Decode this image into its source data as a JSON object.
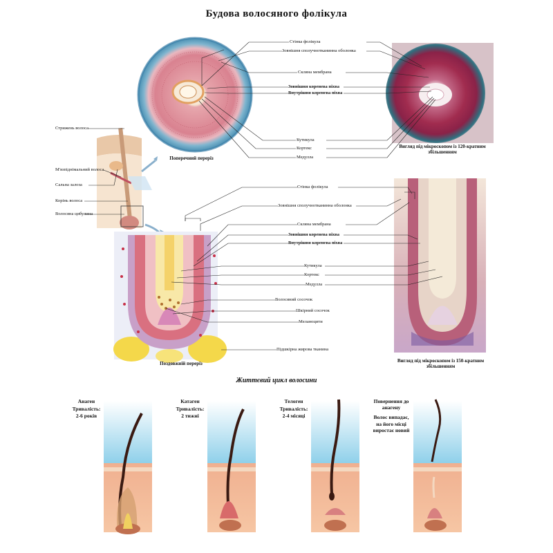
{
  "title": "Будова  волосяного фолікула",
  "cross_section": {
    "caption": "Поперечний переріз",
    "labels": [
      "Стінка фолікула",
      "Зовнішня сполучнотканинна оболонка",
      "Скляна мембрана",
      "Зовнішня коренева піхва",
      "Внутрішня коренева піхва",
      "Кутикула",
      "Кортекс",
      "Медулла"
    ],
    "micro_caption": "Вигляд під мікроскопом із 120-кратним збільшенням"
  },
  "skin_labels": [
    "Стрижень волоса",
    "М'язпіднімальний волоса",
    "Сальна залоза",
    "Корінь волоса",
    "Волосяна цибулина"
  ],
  "longitudinal": {
    "caption": "Поздовжній переріз",
    "labels": [
      "Стінка фолікула",
      "Зовнішня сполучнотканинна оболонка",
      "Скляна мембрана",
      "Зовнішня коренева піхва",
      "Внутрішня коренева піхва",
      "Кутикула",
      "Кортекс",
      "Медулла",
      "Волосяний сосочок",
      "Шкірний сосочок",
      "Меланоцити",
      "Підшкірна жирова тканина"
    ],
    "micro_caption": "Вигляд під мікроскопом із 150-кратним збільшенням"
  },
  "cycle": {
    "title": "Життєвий цикл волосини",
    "stages": [
      {
        "name": "Анаген",
        "duration_label": "Тривалість:",
        "duration": "2-6 років"
      },
      {
        "name": "Катаген",
        "duration_label": "Тривалість:",
        "duration": "2 тижні"
      },
      {
        "name": "Телоген",
        "duration_label": "Тривалість:",
        "duration": "2-4 місяці"
      },
      {
        "name": "Повернення до анагену",
        "duration_label": "Волос випадає,",
        "duration": "на його місці виростає новий"
      }
    ]
  },
  "colors": {
    "skin_pink": "#e8a0a4",
    "tissue_red": "#c8404f",
    "stain_teal": "#3c7a8e",
    "fat_yellow": "#f4d84a",
    "sky_blue": "#9fd6ea",
    "hair_dark": "#3a1a12"
  }
}
